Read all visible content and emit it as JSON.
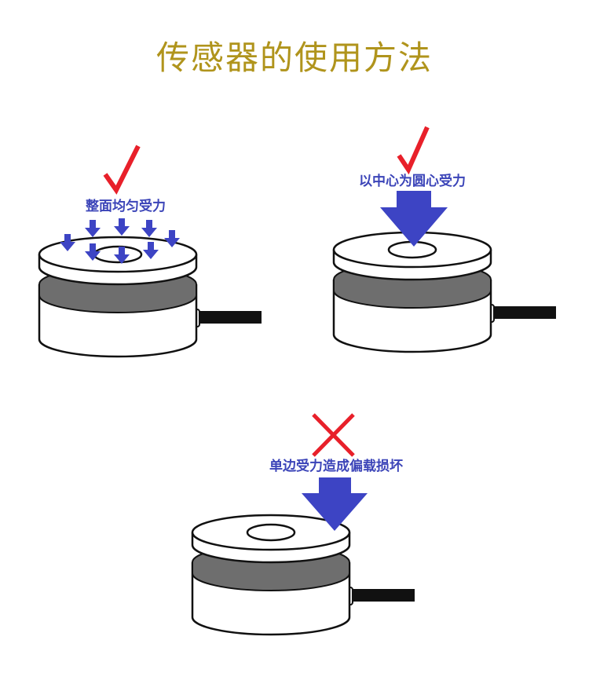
{
  "title": "传感器的使用方法",
  "panels": [
    {
      "id": "uniform",
      "label": "整面均匀受力",
      "mark": "check"
    },
    {
      "id": "center",
      "label": "以中心为圆心受力",
      "mark": "check"
    },
    {
      "id": "edge",
      "label": "单边受力造成偏载损坏",
      "mark": "cross"
    }
  ],
  "colors": {
    "title": "#b0941c",
    "arrow": "#3d44c4",
    "mark": "#e8202a",
    "band": "#6e6e6e",
    "outline": "#111111",
    "cable": "#111111"
  }
}
